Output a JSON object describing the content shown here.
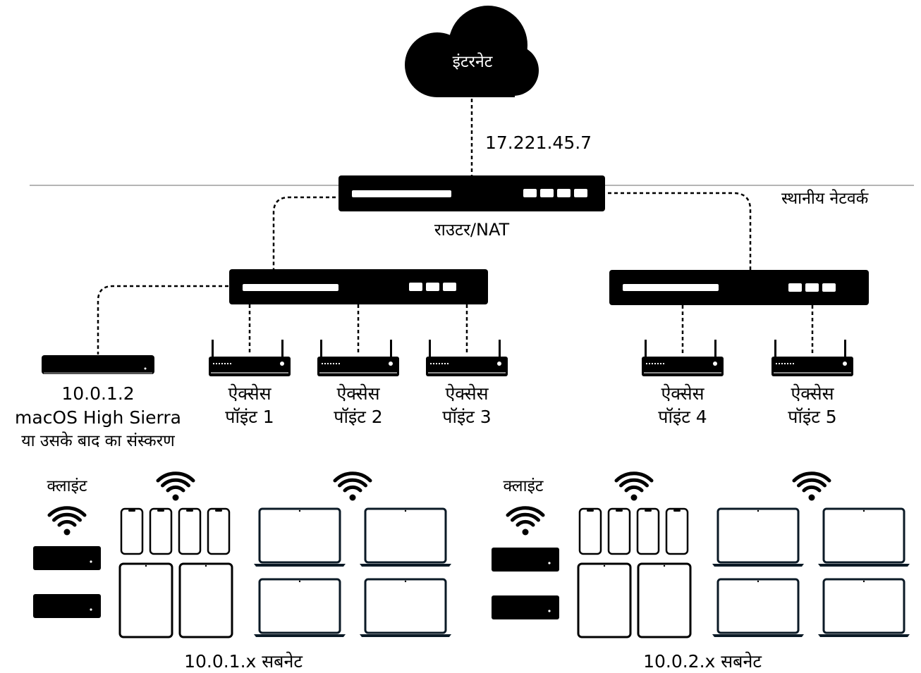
{
  "internet": "इंटरनेट",
  "public_ip": "17.221.45.7",
  "local_network": "स्थानीय नेटवर्क",
  "router": "राउटर/NAT",
  "server": {
    "ip": "10.0.1.2",
    "os": "macOS High Sierra",
    "note": "या उसके बाद का संस्करण"
  },
  "access_points": [
    {
      "line1": "ऐक्सेस",
      "line2": "पॉइंट 1"
    },
    {
      "line1": "ऐक्सेस",
      "line2": "पॉइंट 2"
    },
    {
      "line1": "ऐक्सेस",
      "line2": "पॉइंट 3"
    },
    {
      "line1": "ऐक्सेस",
      "line2": "पॉइंट 4"
    },
    {
      "line1": "ऐक्सेस",
      "line2": "पॉइंट 5"
    }
  ],
  "subnets": [
    {
      "client_label": "क्लाइंट",
      "label": "10.0.1.x सबनेट"
    },
    {
      "client_label": "क्लाइंट",
      "label": "10.0.2.x सबनेट"
    }
  ]
}
